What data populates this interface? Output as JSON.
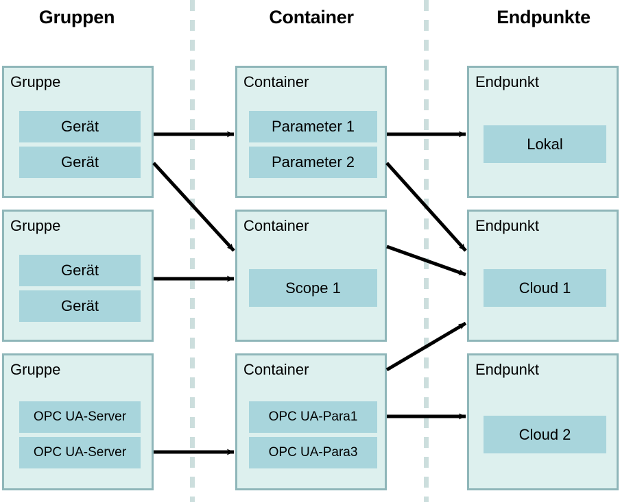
{
  "headers": {
    "groups": "Gruppen",
    "containers": "Container",
    "endpoints": "Endpunkte"
  },
  "colors": {
    "card_fill": "#ddf0ee",
    "card_border": "#8fb6b9",
    "chip_fill": "#a8d5dc",
    "divider": "#ccdedd",
    "arrow": "#000000",
    "text": "#000000",
    "background": "#ffffff"
  },
  "columns": [
    {
      "key": "groups",
      "title": "Gruppen",
      "cards": [
        {
          "title": "Gruppe",
          "items": [
            "Gerät",
            "Gerät"
          ]
        },
        {
          "title": "Gruppe",
          "items": [
            "Gerät",
            "Gerät"
          ]
        },
        {
          "title": "Gruppe",
          "items": [
            "OPC UA-Server",
            "OPC UA-Server"
          ]
        }
      ]
    },
    {
      "key": "containers",
      "title": "Container",
      "cards": [
        {
          "title": "Container",
          "items": [
            "Parameter 1",
            "Parameter 2"
          ]
        },
        {
          "title": "Container",
          "items": [
            "Scope 1"
          ]
        },
        {
          "title": "Container",
          "items": [
            "OPC UA-Para1",
            "OPC UA-Para3"
          ]
        }
      ]
    },
    {
      "key": "endpoints",
      "title": "Endpunkte",
      "cards": [
        {
          "title": "Endpunkt",
          "items": [
            "Lokal"
          ]
        },
        {
          "title": "Endpunkt",
          "items": [
            "Cloud 1"
          ]
        },
        {
          "title": "Endpunkt",
          "items": [
            "Cloud 2"
          ]
        }
      ]
    }
  ],
  "cards": {
    "g1": {
      "title": "Gruppe",
      "item1": "Gerät",
      "item2": "Gerät"
    },
    "g2": {
      "title": "Gruppe",
      "item1": "Gerät",
      "item2": "Gerät"
    },
    "g3": {
      "title": "Gruppe",
      "item1": "OPC UA-Server",
      "item2": "OPC UA-Server"
    },
    "c1": {
      "title": "Container",
      "item1": "Parameter 1",
      "item2": "Parameter 2"
    },
    "c2": {
      "title": "Container",
      "item1": "Scope 1"
    },
    "c3": {
      "title": "Container",
      "item1": "OPC UA-Para1",
      "item2": "OPC UA-Para3"
    },
    "e1": {
      "title": "Endpunkt",
      "item1": "Lokal"
    },
    "e2": {
      "title": "Endpunkt",
      "item1": "Cloud 1"
    },
    "e3": {
      "title": "Endpunkt",
      "item1": "Cloud 2"
    }
  },
  "connections": [
    {
      "id": "g1-c1",
      "from": "Gruppe 1",
      "to": "Container 1"
    },
    {
      "id": "g1-c2",
      "from": "Gruppe 1",
      "to": "Container 2"
    },
    {
      "id": "g2-c2",
      "from": "Gruppe 2",
      "to": "Container 2"
    },
    {
      "id": "g3-c3",
      "from": "Gruppe 3",
      "to": "Container 3"
    },
    {
      "id": "c1-e1",
      "from": "Container 1",
      "to": "Endpunkt 1"
    },
    {
      "id": "c1-e2",
      "from": "Container 1",
      "to": "Endpunkt 2"
    },
    {
      "id": "c2-e2",
      "from": "Container 2",
      "to": "Endpunkt 2"
    },
    {
      "id": "c3-e2",
      "from": "Container 3",
      "to": "Endpunkt 2"
    },
    {
      "id": "c3-e3",
      "from": "Container 3",
      "to": "Endpunkt 3"
    }
  ]
}
